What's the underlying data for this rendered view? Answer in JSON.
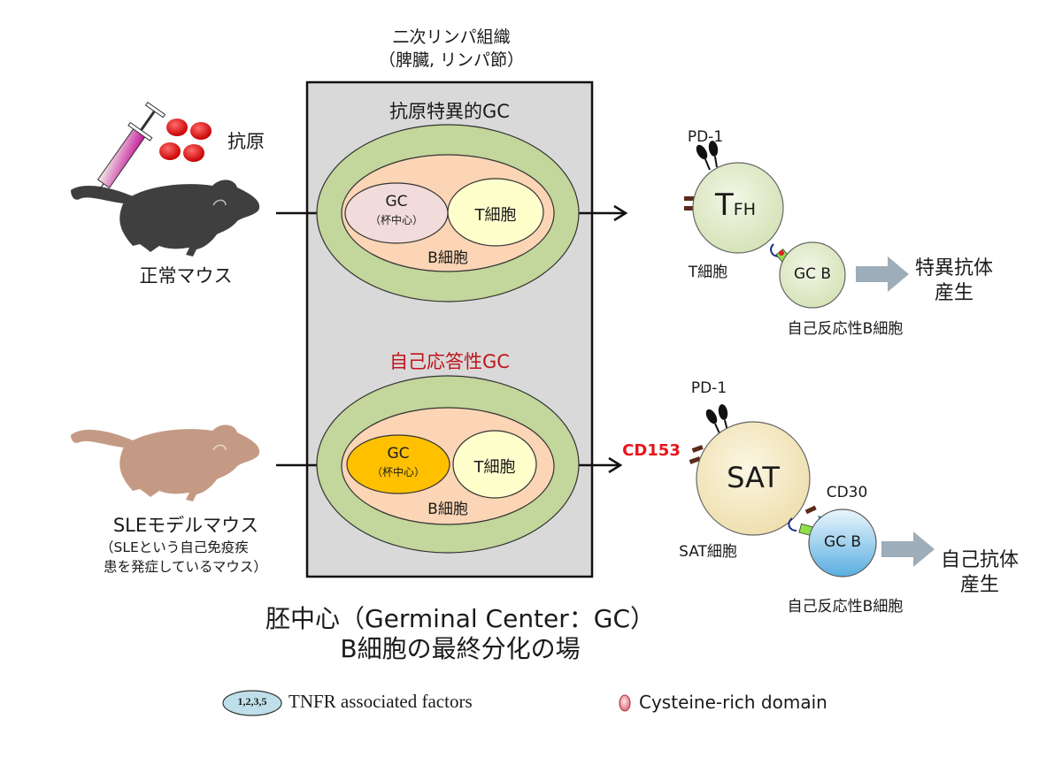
{
  "lymph_tissue": {
    "title_line1": "二次リンパ組織",
    "title_line2": "（脾臓, リンパ節）"
  },
  "top_panel": {
    "gc_title": "抗原特異的GC",
    "gc_inner": "GC",
    "gc_inner_sub": "（杯中心）",
    "t_cell": "T細胞",
    "b_cell": "B細胞",
    "gc_fill": "#f2dcdb"
  },
  "bottom_panel": {
    "gc_title": "自己応答性GC",
    "gc_inner": "GC",
    "gc_inner_sub": "（杯中心）",
    "t_cell": "T細胞",
    "b_cell": "B細胞",
    "gc_fill": "#ffc000"
  },
  "normal_mouse": {
    "label": "正常マウス",
    "antigen_label": "抗原",
    "color": "#3f3f3f"
  },
  "sle_mouse": {
    "label": "SLEモデルマウス",
    "sub_line1": "（SLEという自己免疫疾",
    "sub_line2": "患を発症しているマウス）",
    "color": "#c49a84"
  },
  "tfh_pathway": {
    "pd1_label": "PD-1",
    "tfh_main": "T",
    "tfh_sub": "FH",
    "t_cell_label": "T細胞",
    "gcb_label": "GC B",
    "autoreactive_b_label": "自己反応性B細胞",
    "output_line1": "特異抗体",
    "output_line2": "産生"
  },
  "sat_pathway": {
    "pd1_label": "PD-1",
    "cd153_label": "CD153",
    "sat_label": "SAT",
    "cd30_label": "CD30",
    "sat_cell_label": "SAT細胞",
    "gcb_label": "GC B",
    "autoreactive_b_label": "自己反応性B細胞",
    "output_line1": "自己抗体",
    "output_line2": "産生"
  },
  "footer": {
    "title_line1": "胚中心（Germinal Center：GC）",
    "title_line2": "B細胞の最終分化の場"
  },
  "legend": {
    "tnfr_badge": "1,2,3,5",
    "tnfr_label": "TNFR associated factors",
    "crd_label": "Cysteine-rich domain"
  },
  "colors": {
    "box_fill": "#d9d9d9",
    "outer_ellipse": "#c3d69b",
    "b_zone": "#fbd5b5",
    "t_zone": "#ffffcc",
    "tfh_cell": "#e2ecc9",
    "sat_cell": "#f6ecc4",
    "gcb_normal": "#e2ecc9",
    "gcb_sle": "#8ec5e8",
    "big_arrow": "#9dadb9",
    "cd153_text": "#e8141b"
  }
}
